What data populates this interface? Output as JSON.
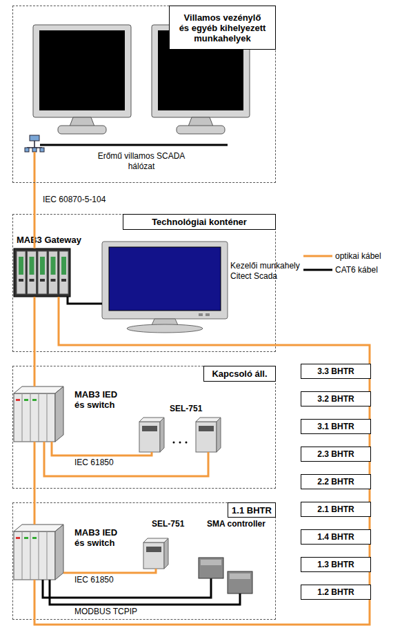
{
  "diagram": {
    "nodes": [
      {
        "text": [
          "Villamos vezénylő és egyéb kihelyezett munkahelyek"
        ]
      },
      {
        "text": [
          "Technológiai konténer"
        ]
      },
      {
        "text": [
          "MAB3 Gateway"
        ],
        "in": 1
      },
      {
        "text": [
          "Kezelői munkahely Citect Scada"
        ],
        "in": 1
      },
      {
        "text": [
          "Kapcsoló áll."
        ]
      },
      {
        "text": [
          "MAB3 IED és switch"
        ],
        "in": 4
      },
      {
        "text": [
          "SEL-751"
        ],
        "in": 4
      },
      {
        "text": [
          "1.1 BHTR"
        ]
      },
      {
        "text": [
          "MAB3 IED és switch"
        ],
        "in": 7
      },
      {
        "text": [
          "SEL-751"
        ],
        "in": 7
      },
      {
        "text": [
          "SMA controller"
        ],
        "in": 7
      },
      {
        "text": [
          "3.3 BHTR"
        ]
      },
      {
        "text": [
          "3.2 BHTR"
        ]
      },
      {
        "text": [
          "3.1 BHTR"
        ]
      },
      {
        "text": [
          "2.3 BHTR"
        ]
      },
      {
        "text": [
          "2.2 BHTR"
        ]
      },
      {
        "text": [
          "2.1 BHTR"
        ]
      },
      {
        "text": [
          "1.4 BHTR"
        ]
      },
      {
        "text": [
          "1.3 BHTR"
        ]
      },
      {
        "text": [
          "1.2 BHTR"
        ]
      }
    ],
    "edges": [
      {
        "from": 0,
        "to": 2,
        "arrow": "none",
        "label": "IEC 60870-5-104"
      },
      {
        "from": 2,
        "to": 3,
        "arrow": "none"
      },
      {
        "from": 2,
        "to": 5,
        "arrow": "none"
      },
      {
        "from": 5,
        "to": 8,
        "arrow": "none"
      },
      {
        "from": 5,
        "to": 6,
        "arrow": "none",
        "label": "IEC 61850"
      },
      {
        "from": 5,
        "to": 6,
        "arrow": "none"
      },
      {
        "from": 8,
        "to": 9,
        "arrow": "none",
        "label": "IEC 61850"
      },
      {
        "from": 8,
        "to": 10,
        "arrow": "none",
        "label": "MODBUS TCPIP"
      },
      {
        "from": 8,
        "to": 10,
        "arrow": "none"
      },
      {
        "from": 8,
        "to": 19,
        "arrow": "none"
      },
      {
        "from": 19,
        "to": 18,
        "arrow": "none"
      },
      {
        "from": 18,
        "to": 17,
        "arrow": "none"
      },
      {
        "from": 17,
        "to": 16,
        "arrow": "none"
      },
      {
        "from": 16,
        "to": 15,
        "arrow": "none"
      },
      {
        "from": 15,
        "to": 14,
        "arrow": "none"
      },
      {
        "from": 14,
        "to": 13,
        "arrow": "none"
      },
      {
        "from": 13,
        "to": 12,
        "arrow": "none"
      },
      {
        "from": 12,
        "to": 11,
        "arrow": "none"
      },
      {
        "from": 11,
        "to": 2,
        "arrow": "none"
      }
    ],
    "labels": [
      "Erőmű villamos SCADA hálózat"
    ],
    "legend": [
      {
        "text": "optikai kábel"
      },
      {
        "text": "CAT6 kábel"
      }
    ]
  }
}
